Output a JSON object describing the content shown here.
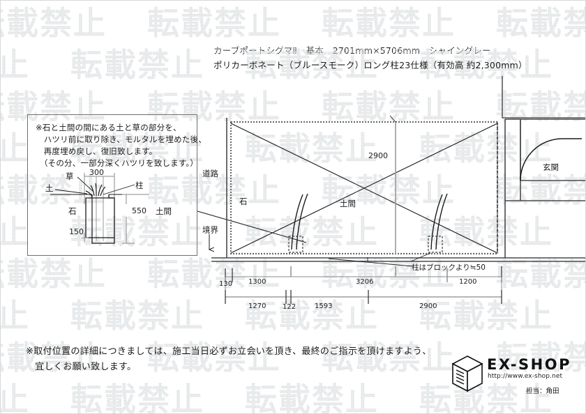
{
  "document": {
    "type": "construction-plan",
    "sheet_width": 840,
    "sheet_height": 594,
    "watermark_text": "転載禁止",
    "watermark_color": "#c9ced3",
    "ink_color": "#1a1a1a",
    "frame_color": "#6f6f6f"
  },
  "title": {
    "line1": "カーブポートシグマⅡ　基本　2701mm×5706mm　シャイングレー",
    "line2": "ポリカーボネート（ブルースモーク）ロング柱23仕様（有効高 約2,300mm）"
  },
  "detail_box": {
    "notes": [
      "※石と土間の間にある土と草の部分を、",
      "　ハツリ前に取り除き、モルタルを埋めた後、",
      "　再度埋め戻し、復旧致します。",
      "　（その分、一部分深くハツリを致します。）"
    ],
    "labels": {
      "grass": "草",
      "soil": "土",
      "post": "柱",
      "stone": "石",
      "doma": "土間"
    },
    "dimensions": {
      "width": "300",
      "depth": "550",
      "footing": "150"
    }
  },
  "site_plan": {
    "labels": {
      "road": "道路",
      "boundary": "境界",
      "stone": "石",
      "doma": "土間",
      "entrance": "玄関"
    },
    "depth_dimension": "2900",
    "post_note": "柱はブロックより≒50"
  },
  "dimension_chain_upper": {
    "segments": [
      {
        "label": "130",
        "value": 130
      },
      {
        "label": "1300",
        "value": 1300
      },
      {
        "label": "3206",
        "value": 3206
      },
      {
        "label": "1200",
        "value": 1200
      }
    ]
  },
  "dimension_chain_lower": {
    "segments": [
      {
        "label": "1270",
        "value": 1270
      },
      {
        "label": "122",
        "value": 122
      },
      {
        "label": "1593",
        "value": 1593
      },
      {
        "label": "2900",
        "value": 2900
      }
    ]
  },
  "footer": {
    "line1": "※取付位置の詳細につきましては、施工当日必ずお立会いを頂き、最終のご指示を頂けますよう、",
    "line2": "　宜しくお願い致します。"
  },
  "logo": {
    "wordmark": "EX-SHOP",
    "url": "http://www.ex-shop.net",
    "staff": "担当：角田"
  }
}
